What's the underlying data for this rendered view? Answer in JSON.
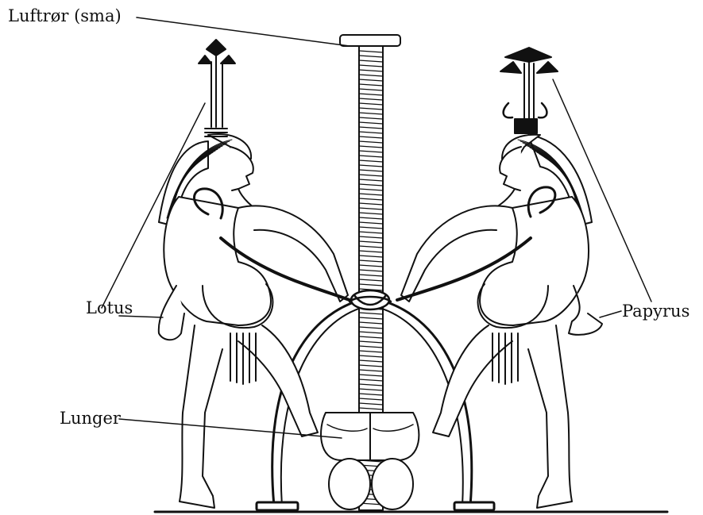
{
  "labels": {
    "trachea": "Luftrør (sma)",
    "lotus": "Lotus",
    "papyrus": "Papyrus",
    "lungs": "Lunger"
  },
  "colors": {
    "ink": "#111111",
    "background": "#ffffff"
  }
}
